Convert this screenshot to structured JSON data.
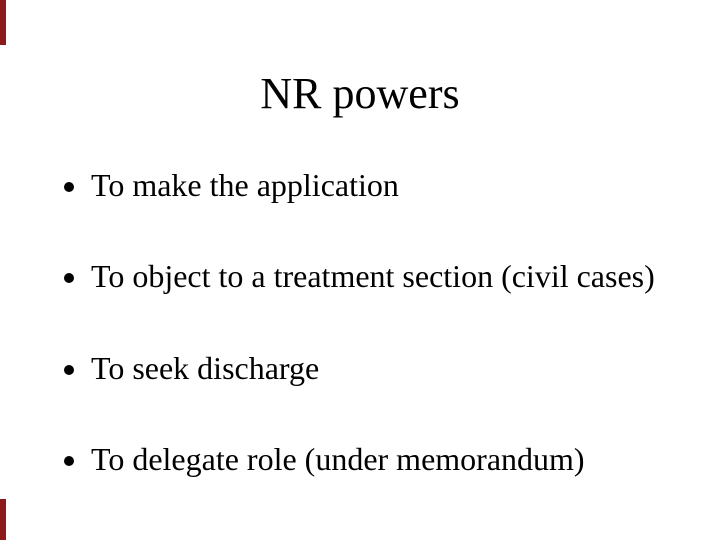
{
  "slide": {
    "title": "NR powers",
    "bullets": [
      "To make the application",
      "To object to a treatment section (civil cases)",
      "To seek discharge",
      "To delegate role (under memorandum)"
    ],
    "colors": {
      "background": "#ffffff",
      "text": "#000000",
      "border_accent": "#8c1a1a"
    }
  }
}
